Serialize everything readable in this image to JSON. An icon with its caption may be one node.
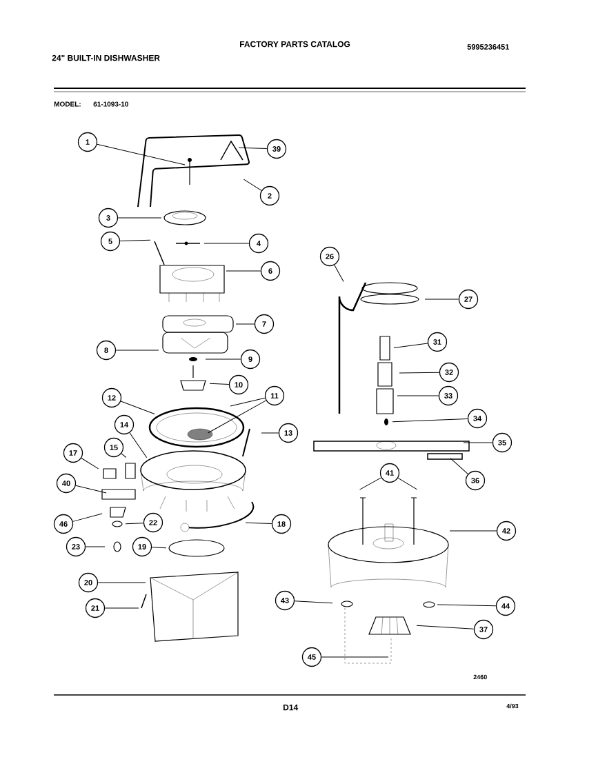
{
  "diagram": {
    "title": "FACTORY PARTS CATALOG",
    "nodes": [
      {
        "text": [
          "1"
        ]
      },
      {
        "text": [
          "39"
        ]
      },
      {
        "text": [
          "2"
        ]
      },
      {
        "text": [
          "3"
        ]
      },
      {
        "text": [
          "5"
        ]
      },
      {
        "text": [
          "4"
        ]
      },
      {
        "text": [
          "6"
        ]
      },
      {
        "text": [
          "7"
        ]
      },
      {
        "text": [
          "8"
        ]
      },
      {
        "text": [
          "9"
        ]
      },
      {
        "text": [
          "10"
        ]
      },
      {
        "text": [
          "12"
        ]
      },
      {
        "text": [
          "11"
        ]
      },
      {
        "text": [
          "14"
        ]
      },
      {
        "text": [
          "13"
        ]
      },
      {
        "text": [
          "17"
        ]
      },
      {
        "text": [
          "15"
        ]
      },
      {
        "text": [
          "40"
        ]
      },
      {
        "text": [
          "46"
        ]
      },
      {
        "text": [
          "22"
        ]
      },
      {
        "text": [
          "18"
        ]
      },
      {
        "text": [
          "23"
        ]
      },
      {
        "text": [
          "19"
        ]
      },
      {
        "text": [
          "20"
        ]
      },
      {
        "text": [
          "21"
        ]
      },
      {
        "text": [
          "26"
        ]
      },
      {
        "text": [
          "27"
        ]
      },
      {
        "text": [
          "31"
        ]
      },
      {
        "text": [
          "32"
        ]
      },
      {
        "text": [
          "33"
        ]
      },
      {
        "text": [
          "34"
        ]
      },
      {
        "text": [
          "35"
        ]
      },
      {
        "text": [
          "36"
        ]
      },
      {
        "text": [
          "41"
        ]
      },
      {
        "text": [
          "42"
        ]
      },
      {
        "text": [
          "43"
        ]
      },
      {
        "text": [
          "44"
        ]
      },
      {
        "text": [
          "37"
        ]
      },
      {
        "text": [
          "45"
        ]
      }
    ],
    "edges": [
      {
        "from": 0,
        "to": null,
        "arrow": "none"
      },
      {
        "from": 1,
        "to": null,
        "arrow": "none"
      },
      {
        "from": 2,
        "to": null,
        "arrow": "none"
      },
      {
        "from": 3,
        "to": null,
        "arrow": "none"
      },
      {
        "from": 4,
        "to": null,
        "arrow": "none"
      },
      {
        "from": 5,
        "to": null,
        "arrow": "none"
      },
      {
        "from": 6,
        "to": null,
        "arrow": "none"
      },
      {
        "from": 7,
        "to": null,
        "arrow": "none"
      },
      {
        "from": 8,
        "to": null,
        "arrow": "none"
      },
      {
        "from": 9,
        "to": null,
        "arrow": "none"
      },
      {
        "from": 10,
        "to": null,
        "arrow": "none"
      },
      {
        "from": 11,
        "to": null,
        "arrow": "none"
      },
      {
        "from": 12,
        "to": null,
        "arrow": "none"
      },
      {
        "from": 12,
        "to": null,
        "arrow": "none"
      },
      {
        "from": 13,
        "to": null,
        "arrow": "none"
      },
      {
        "from": 14,
        "to": null,
        "arrow": "none"
      },
      {
        "from": 15,
        "to": null,
        "arrow": "none"
      },
      {
        "from": 16,
        "to": null,
        "arrow": "none"
      },
      {
        "from": 17,
        "to": null,
        "arrow": "none"
      },
      {
        "from": 18,
        "to": null,
        "arrow": "none"
      },
      {
        "from": 19,
        "to": null,
        "arrow": "none"
      },
      {
        "from": 20,
        "to": null,
        "arrow": "none"
      },
      {
        "from": 21,
        "to": null,
        "arrow": "none"
      },
      {
        "from": 22,
        "to": null,
        "arrow": "none"
      },
      {
        "from": 23,
        "to": null,
        "arrow": "none"
      },
      {
        "from": 24,
        "to": null,
        "arrow": "none"
      },
      {
        "from": 25,
        "to": null,
        "arrow": "none"
      },
      {
        "from": 26,
        "to": null,
        "arrow": "none"
      },
      {
        "from": 27,
        "to": null,
        "arrow": "none"
      },
      {
        "from": 28,
        "to": null,
        "arrow": "none"
      },
      {
        "from": 29,
        "to": null,
        "arrow": "none"
      },
      {
        "from": 30,
        "to": null,
        "arrow": "none"
      },
      {
        "from": 31,
        "to": null,
        "arrow": "none"
      },
      {
        "from": 32,
        "to": null,
        "arrow": "none"
      },
      {
        "from": 33,
        "to": null,
        "arrow": "none"
      },
      {
        "from": 33,
        "to": null,
        "arrow": "none"
      },
      {
        "from": 34,
        "to": null,
        "arrow": "none"
      },
      {
        "from": 35,
        "to": null,
        "arrow": "none"
      },
      {
        "from": 36,
        "to": null,
        "arrow": "none"
      },
      {
        "from": 37,
        "to": null,
        "arrow": "none"
      },
      {
        "from": 38,
        "to": null,
        "arrow": "none"
      }
    ],
    "labels": [
      "24\" BUILT-IN DISHWASHER",
      "5995236451",
      "MODEL:",
      "61-1093-10",
      "2460",
      "D14",
      "4/93"
    ]
  }
}
